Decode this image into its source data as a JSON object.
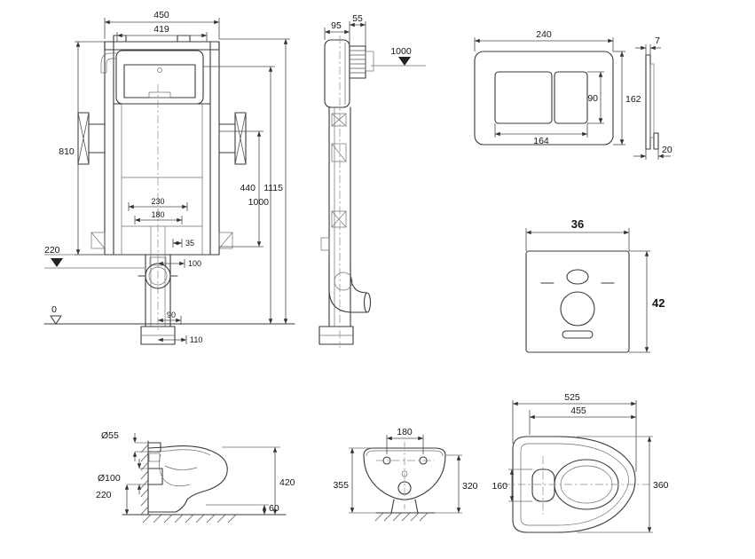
{
  "views": {
    "frame_front": {
      "title": "concealed cistern frame - front view",
      "dims": {
        "d450": "450",
        "d419": "419",
        "d810": "810",
        "d440": "440",
        "d1115": "1115",
        "d1000": "1000",
        "d230": "230",
        "d180": "180",
        "d35": "35",
        "d220": "220",
        "d100": "100",
        "d0": "0",
        "d90": "90",
        "d110": "110"
      }
    },
    "frame_side": {
      "title": "concealed cistern frame - side view",
      "dims": {
        "d95": "95",
        "d55": "55",
        "d1000": "1000"
      }
    },
    "flush_plate": {
      "title": "flush plate - front and side view",
      "dims": {
        "d240": "240",
        "d162": "162",
        "d90": "90",
        "d164": "164",
        "d7": "7",
        "d20": "20"
      }
    },
    "insulation_mat": {
      "title": "sound insulation mat",
      "dims": {
        "d36": "36",
        "d42": "42"
      }
    },
    "toilet_side": {
      "title": "wall-hung pan - side view",
      "dims": {
        "d55": "Ø55",
        "d100": "Ø100",
        "d220": "220",
        "d420": "420",
        "d60": "60"
      }
    },
    "toilet_front": {
      "title": "wall-hung pan - front view",
      "dims": {
        "d180": "180",
        "d355": "355",
        "d320": "320"
      }
    },
    "toilet_top": {
      "title": "wall-hung pan - top view",
      "dims": {
        "d525": "525",
        "d455": "455",
        "d160": "160",
        "d360": "360"
      }
    }
  }
}
